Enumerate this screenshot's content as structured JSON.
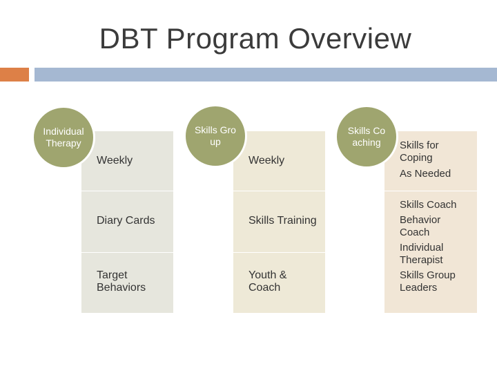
{
  "title": "DBT Program Overview",
  "columns": [
    {
      "heading": "Individual Therapy",
      "cells": [
        "Weekly",
        "Diary Cards",
        "Target Behaviors"
      ]
    },
    {
      "heading": "Skills Group",
      "cells": [
        "Weekly",
        "Skills Training",
        "Youth & Coach"
      ]
    },
    {
      "heading": "Skills Coaching",
      "top_text": "Skills for Coping",
      "top_text2": "As Needed",
      "list": [
        "Skills Coach",
        "Behavior Coach",
        "Individual Therapist",
        "Skills Group Leaders"
      ]
    }
  ]
}
